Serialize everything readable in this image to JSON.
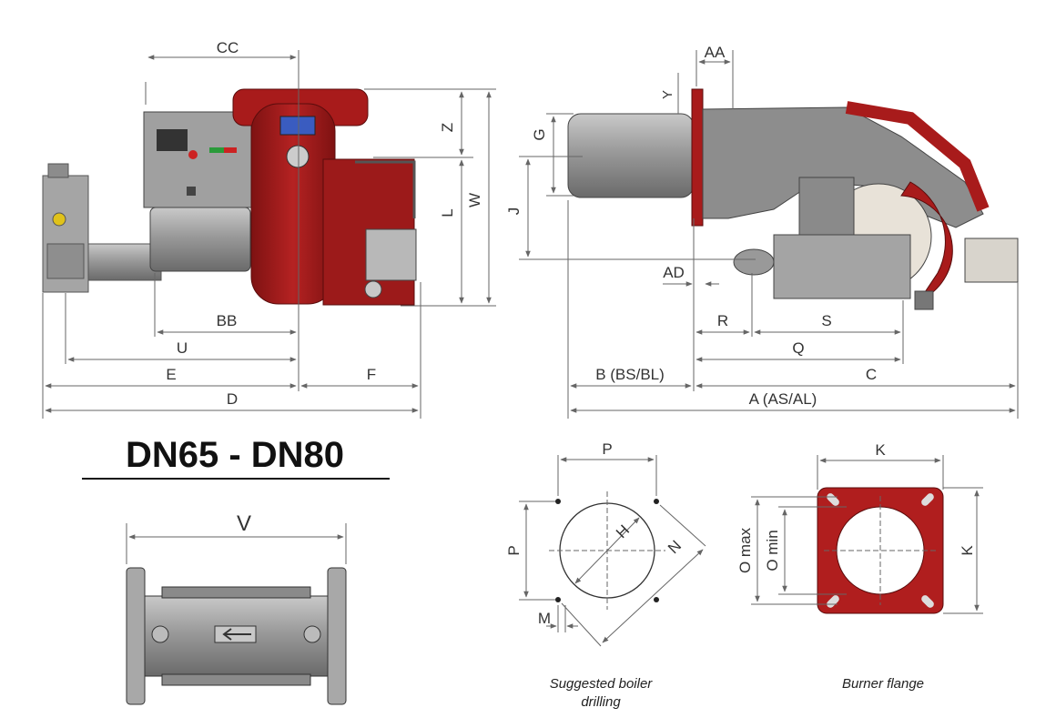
{
  "colors": {
    "burner_red": "#b01e1e",
    "burner_dark_red": "#7e1212",
    "steel_grey": "#9a9a9a",
    "dark_grey": "#6f6f6f",
    "line": "#666666"
  },
  "front_view": {
    "dims": {
      "cc": "CC",
      "z": "Z",
      "w": "W",
      "l": "L",
      "bb": "BB",
      "u": "U",
      "e": "E",
      "f": "F",
      "d": "D"
    }
  },
  "side_view": {
    "dims": {
      "aa": "AA",
      "y": "Y",
      "g": "G",
      "j": "J",
      "ad": "AD",
      "r": "R",
      "s": "S",
      "q": "Q",
      "b": "B (BS/BL)",
      "c": "C",
      "a": "A (AS/AL)"
    }
  },
  "valve": {
    "title": "DN65 - DN80",
    "v": "V"
  },
  "boiler_drilling": {
    "p_top": "P",
    "p_left": "P",
    "h": "H",
    "n": "N",
    "m": "M",
    "caption_line1": "Suggested boiler",
    "caption_line2": "drilling"
  },
  "burner_flange": {
    "k_top": "K",
    "k_right": "K",
    "o_max": "O max",
    "o_min": "O min",
    "caption": "Burner flange"
  }
}
